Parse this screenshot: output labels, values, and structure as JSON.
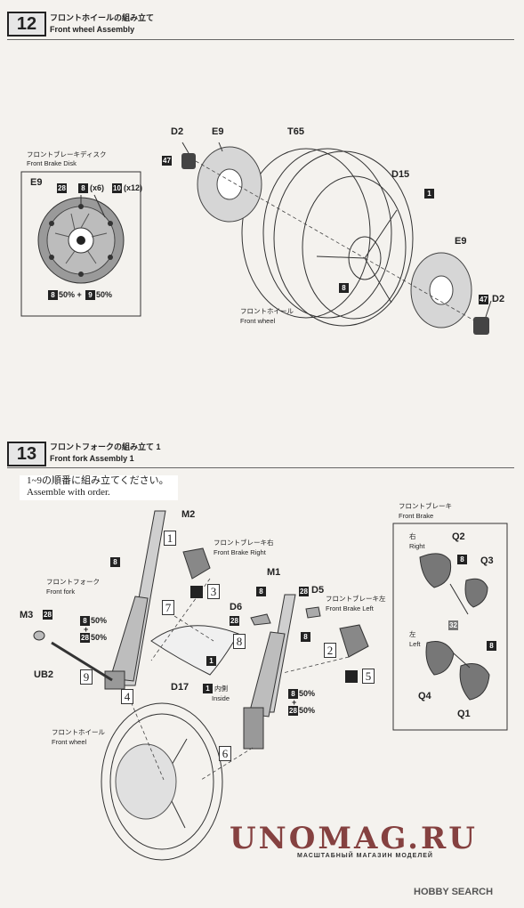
{
  "step12": {
    "number": "12",
    "title_jp": "フロントホイールの組み立て",
    "title_en": "Front wheel Assembly",
    "parts": {
      "d2_top": "D2",
      "e9_top": "E9",
      "t65": "T65",
      "d15": "D15",
      "e9_right": "E9",
      "d2_right": "D2"
    },
    "badges": {
      "b47a": "47",
      "b47b": "47",
      "b1": "1",
      "b8": "8"
    },
    "disk_inset": {
      "label_jp": "フロントブレーキディスク",
      "label_en": "Front Brake Disk",
      "part": "E9",
      "badge_28": "28",
      "badge_8": "8",
      "x6": "(x6)",
      "badge_10": "10",
      "x12": "(x12)",
      "mix_b8": "8",
      "mix_pct1": "50% +",
      "mix_b9": "9",
      "mix_pct2": "50%"
    },
    "wheel_label_jp": "フロントホイール",
    "wheel_label_en": "Front wheel"
  },
  "step13": {
    "number": "13",
    "title_jp": "フロントフォークの組み立て 1",
    "title_en": "Front fork Assembly 1",
    "note_jp": "1~9の順番に組み立てください。",
    "note_en": "Assemble with order.",
    "parts": {
      "m2": "M2",
      "m1": "M1",
      "d5": "D5",
      "d6": "D6",
      "m3": "M3",
      "ub2": "UB2",
      "d17": "D17",
      "q2": "Q2",
      "q3": "Q3",
      "q4": "Q4",
      "q1": "Q1"
    },
    "orders": {
      "o1": "1",
      "o2": "2",
      "o3": "3",
      "o4": "4",
      "o5": "5",
      "o6": "6",
      "o7": "7",
      "o8": "8",
      "o9": "9"
    },
    "labels": {
      "brake_right_jp": "フロントブレーキ右",
      "brake_right_en": "Front Brake Right",
      "brake_left_jp": "フロントブレーキ左",
      "brake_left_en": "Front Brake Left",
      "fork_jp": "フロントフォーク",
      "fork_en": "Front fork",
      "inside_jp": "内側",
      "inside_en": "Inside",
      "wheel_jp": "フロントホイール",
      "wheel_en": "Front wheel",
      "brake_jp": "フロントブレーキ",
      "brake_en": "Front Brake",
      "right_jp": "右",
      "right_en": "Right",
      "left_jp": "左",
      "left_en": "Left"
    },
    "badges": {
      "b8_fork": "8",
      "b8_m1": "8",
      "b28_d5": "28",
      "b28_d6": "28",
      "b8_d6": "8",
      "b28_m3": "28",
      "b8_mix_l": "8",
      "b28_mix_l": "28",
      "b8_mix_r": "8",
      "b28_mix_r": "28",
      "b1_d17": "1",
      "b1_inside": "1",
      "b8_q2": "8",
      "b32": "32",
      "b8_q1": "8"
    },
    "mix_left_1": "50%",
    "mix_plus": "+",
    "mix_left_2": "50%",
    "mix_right_1": "50%",
    "mix_right_2": "50%"
  },
  "watermark": {
    "site": "UNOMAG.RU",
    "tagline": "МАСШТАБНЫЙ МАГАЗИН МОДЕЛЕЙ",
    "hobby": "HOBBY SEARCH"
  }
}
